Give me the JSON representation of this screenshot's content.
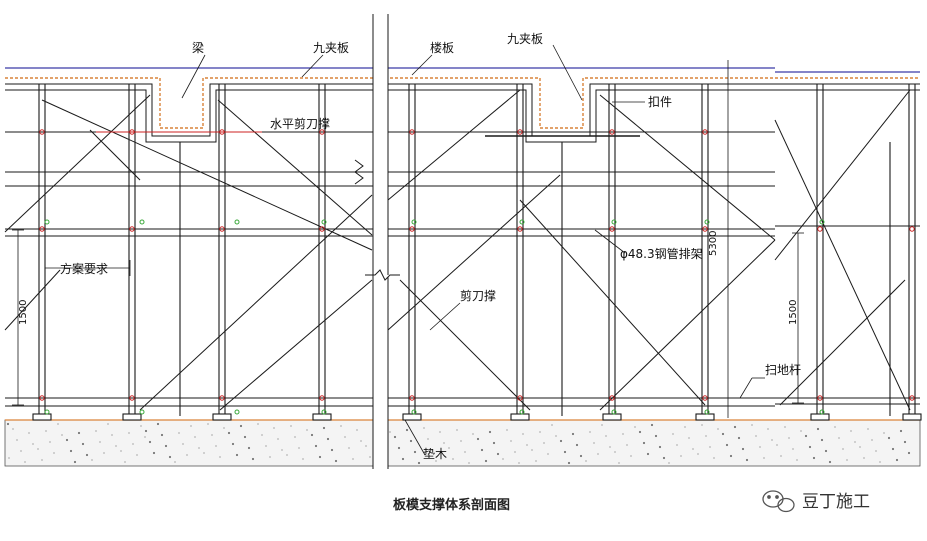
{
  "caption": "板模支撑体系剖面图",
  "watermark": "豆丁施工",
  "labels": {
    "beam": "梁",
    "plywood_left": "九夹板",
    "floor_slab": "楼板",
    "plywood_right": "九夹板",
    "horizontal_brace": "水平剪刀撑",
    "fastener": "扣件",
    "steel_frame": "φ48.3钢管排架",
    "scheme_req": "方案要求",
    "scissor_brace": "剪刀撑",
    "sweep_rod": "扫地杆",
    "pad_wood": "垫木"
  },
  "dimensions": {
    "left_1500": "1500",
    "right_1500": "1500",
    "height_5300": "5300"
  },
  "colors": {
    "line": "#1a1a1a",
    "slab_blue": "#3a3aa8",
    "plywood_orange": "#d9833a",
    "fastener_red": "#cc2222",
    "node_green": "#3aa83a",
    "concrete": "#f4f4f4"
  }
}
